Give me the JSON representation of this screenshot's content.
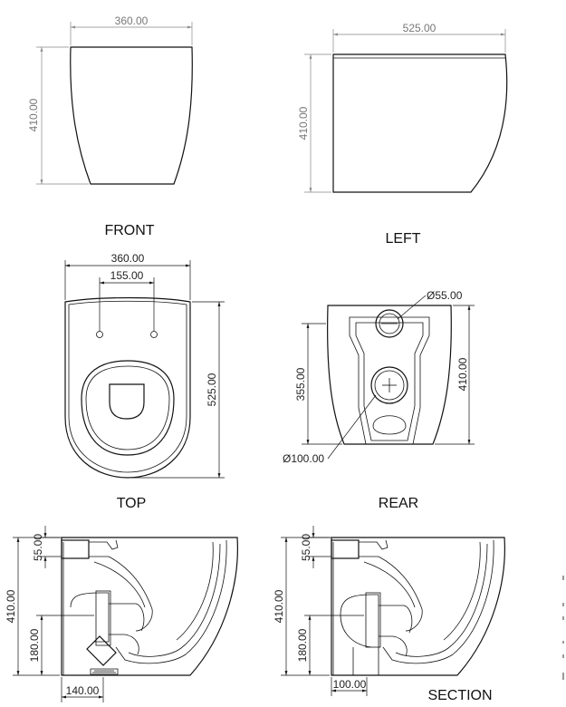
{
  "views": {
    "front": "FRONT",
    "left": "LEFT",
    "top": "TOP",
    "rear": "REAR",
    "section": "SECTION"
  },
  "dimensions": {
    "front_width": "360.00",
    "front_height": "410.00",
    "left_width": "525.00",
    "left_height": "410.00",
    "top_width": "360.00",
    "top_hole_spacing": "155.00",
    "top_depth": "525.00",
    "rear_outlet_dia": "Ø55.00",
    "rear_inlet_height": "355.00",
    "rear_height": "410.00",
    "rear_waste_dia": "Ø100.00",
    "section1_inlet": "55.00",
    "section1_height": "410.00",
    "section1_outlet_height": "180.00",
    "section1_offset": "140.00",
    "section2_inlet": "55.00",
    "section2_height": "410.00",
    "section2_outlet_height": "180.00",
    "section2_offset": "100.00"
  },
  "colors": {
    "line": "#111111",
    "grey_dimension": "#777777"
  }
}
